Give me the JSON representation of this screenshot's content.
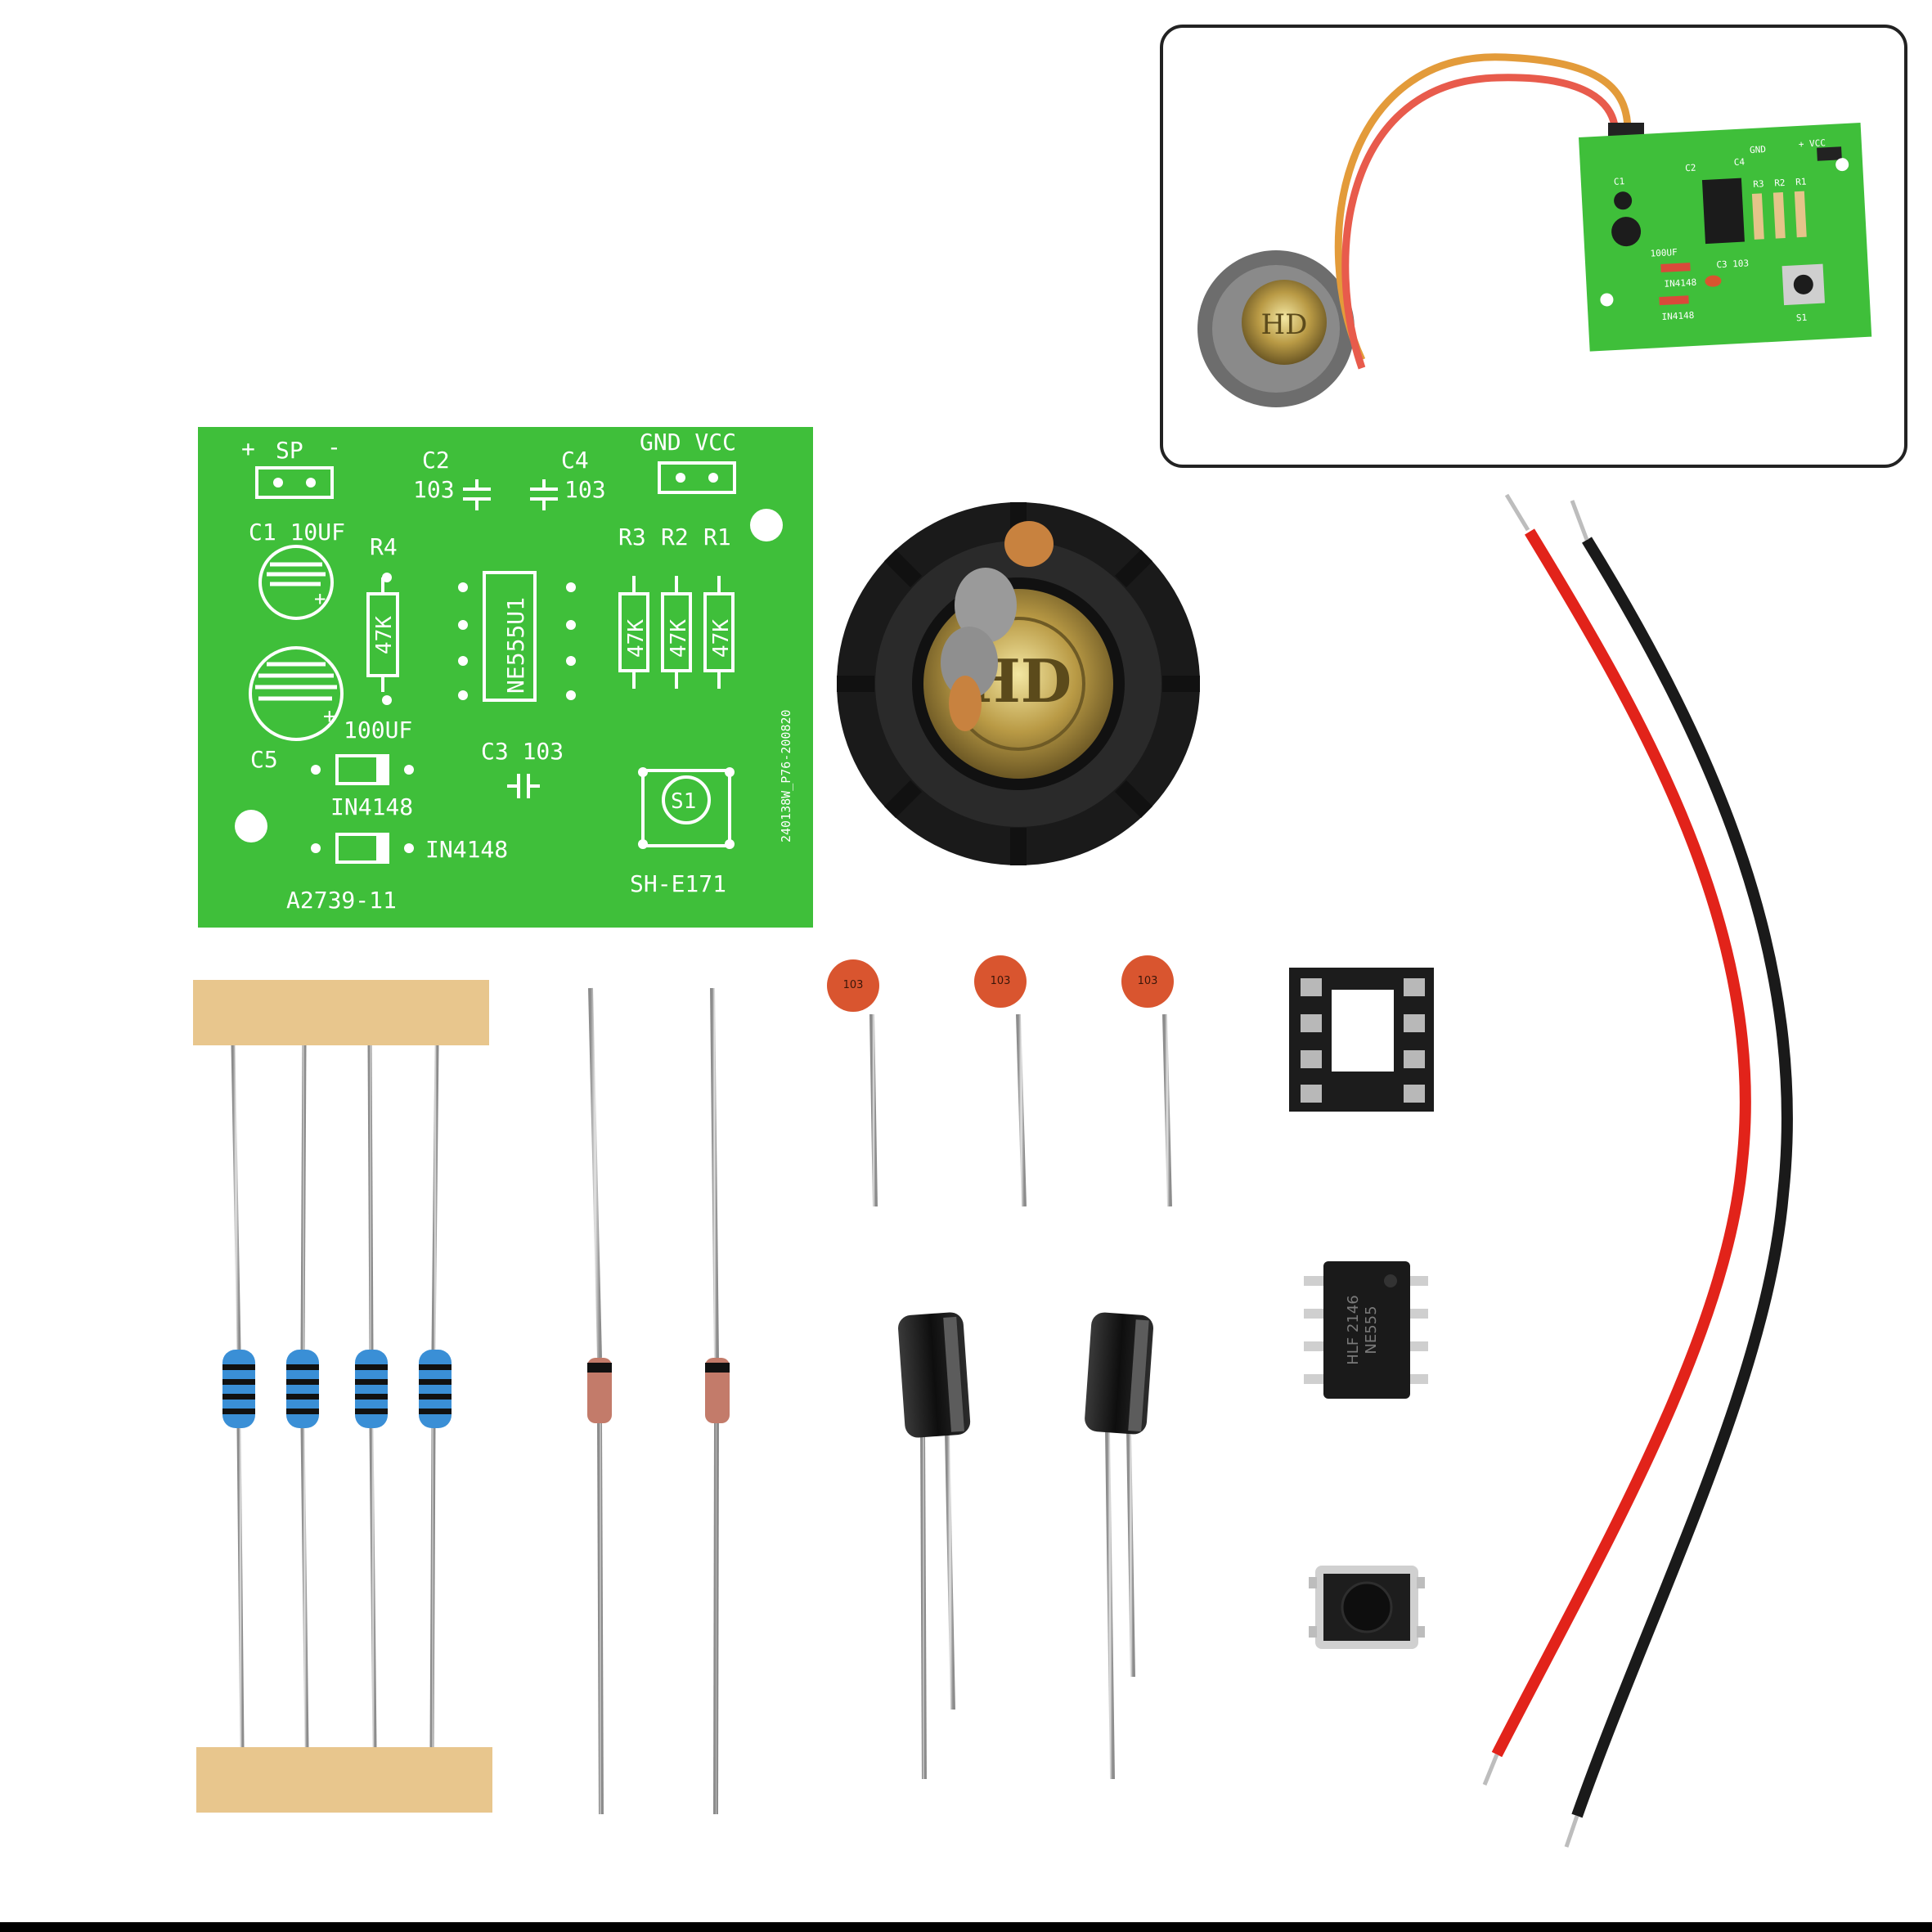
{
  "pcb": {
    "sp_plus": "+",
    "sp_label": "SP",
    "sp_minus": "-",
    "c2": "C2",
    "c2_val": "103",
    "c4": "C4",
    "c4_val": "103",
    "gnd_vcc": "GND VCC",
    "c1": "C1 10UF",
    "r4": "R4",
    "r3": "R3",
    "r2": "R2",
    "r1": "R1",
    "res_val": "47K",
    "u1": "NE555U1",
    "c5_val": "100UF",
    "c5": "C5",
    "c3": "C3 103",
    "diode1": "IN4148",
    "diode2": "IN4148",
    "s1": "S1",
    "board_id": "A2739-11",
    "model": "SH-E171",
    "side_code": "240138W_P76-200820",
    "plus_mark": "+"
  },
  "speaker": {
    "brand": "HD"
  },
  "ceramic_cap": {
    "code": "103"
  },
  "ic": {
    "line1": "NE555",
    "line2": "HLF 2146"
  },
  "inset": {
    "gnd": "GND",
    "vcc": "+ VCC",
    "c2": "C2",
    "c4": "C4",
    "r3": "R3",
    "r2": "R2",
    "r1": "R1",
    "c1": "C1",
    "c5": "100UF",
    "c3": "C3 103",
    "d1": "IN4148",
    "d2": "IN4148",
    "s1": "S1",
    "hd": "HD"
  },
  "colors": {
    "pcb_green": "#3dbd3a",
    "wire_red": "#e2231a",
    "wire_black": "#1a1a1a",
    "tape": "#e8c68d",
    "ceramic": "#d9552f",
    "capacitor": "#1c1c1c"
  }
}
